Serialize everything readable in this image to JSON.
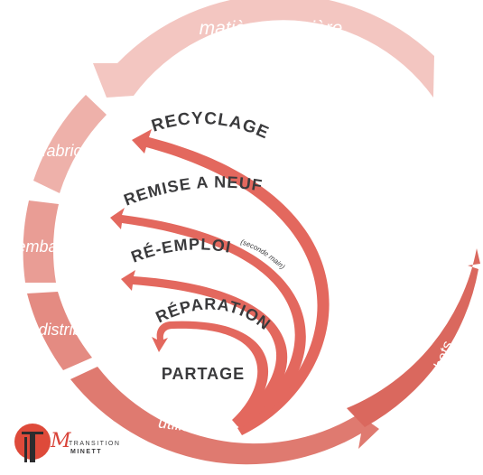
{
  "stages": {
    "raw_material": "matière première",
    "manufacturing": "fabrication",
    "packaging": "emballage",
    "distribution": "distribution",
    "use": "utilisation",
    "waste": "déchets"
  },
  "loops": {
    "recycling": "RECYCLAGE",
    "refurbish": "REMISE A NEUF",
    "reuse": "RÉ-EMPLOI",
    "reuse_note": "(seconde main)",
    "repair": "RÉPARATION",
    "sharing": "PARTAGE"
  },
  "logo": {
    "line1": "TRANSITION",
    "line2": "MINETT"
  },
  "colors": {
    "segment_1": "#f3c6c1",
    "segment_2": "#eeb1aa",
    "segment_3": "#e99d95",
    "segment_4": "#e48b82",
    "segment_5": "#df7a70",
    "segment_6": "#da685e",
    "loop_arrow": "#e3685e",
    "label_dark": "#3a3a3c"
  }
}
